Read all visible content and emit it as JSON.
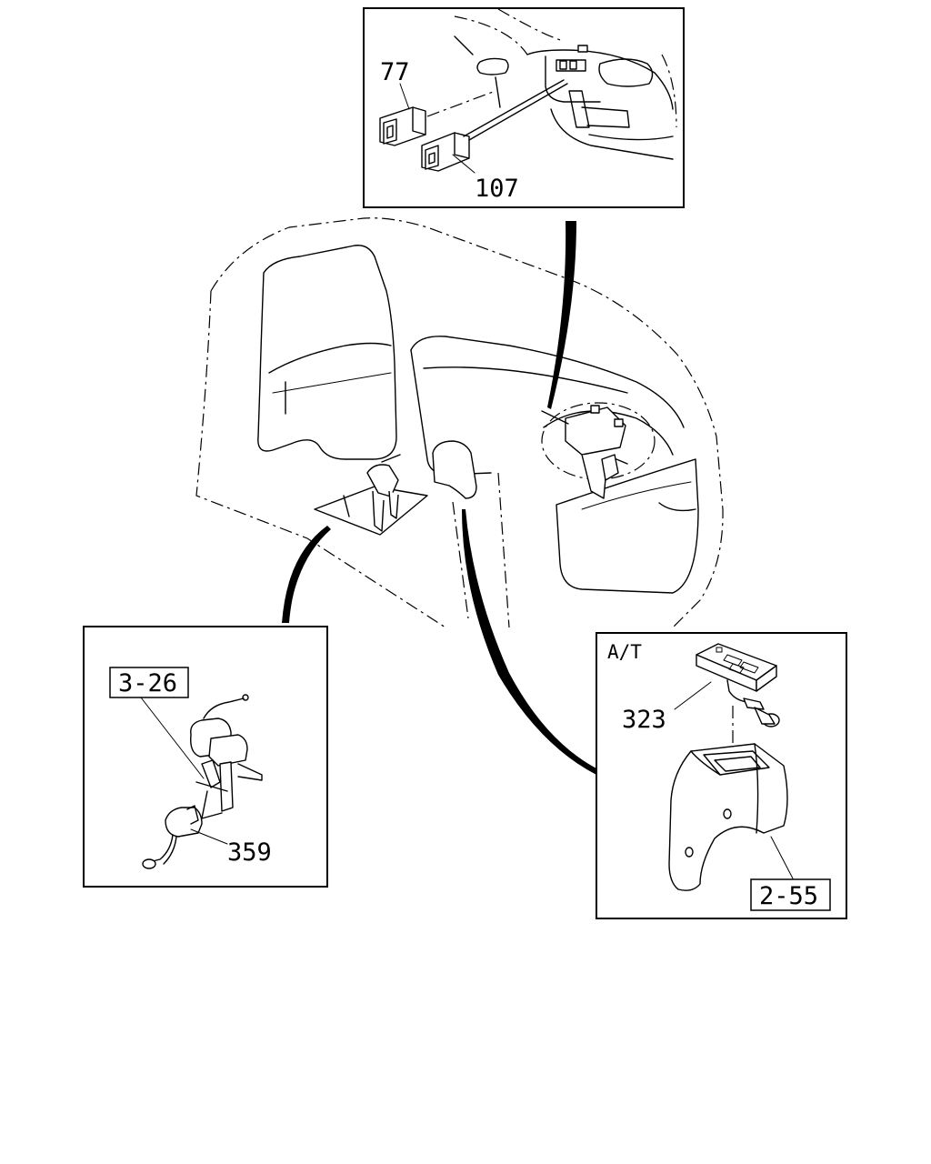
{
  "callouts": {
    "top": {
      "part_77": "77",
      "part_107": "107"
    },
    "left": {
      "ref_3_26": "3-26",
      "part_359": "359"
    },
    "right": {
      "variant": "A/T",
      "part_323": "323",
      "ref_2_55": "2-55"
    }
  }
}
